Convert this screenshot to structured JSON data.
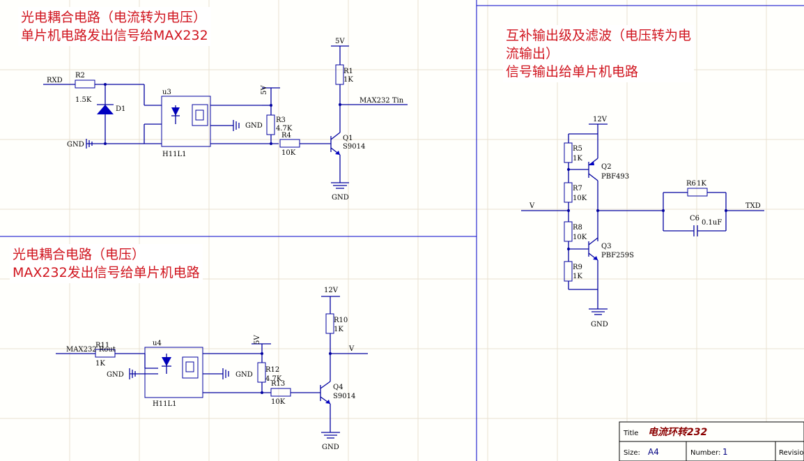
{
  "notes": {
    "note1": "光电耦合电路（电流转为电压）\n单片机电路发出信号给MAX232",
    "note2": "光电耦合电路（电压）\nMAX232发出信号给单片机电路",
    "note3": "互补输出级及滤波（电压转为电\n流输出）\n信号输出给单片机电路"
  },
  "circuit1": {
    "net_rxd": "RXD",
    "r2": "R2",
    "r2_val": "1.5K",
    "d1": "D1",
    "gnd_left": "GND",
    "u3": "u3",
    "u3_part": "H11L1",
    "v5": "5V",
    "gnd_mid": "GND",
    "r3": "R3",
    "r3_val": "4.7K",
    "r4": "R4",
    "r4_val": "10K",
    "vcc": "5V",
    "r1": "R1",
    "r1_val": "1K",
    "net_tin": "MAX232 Tin",
    "q1": "Q1",
    "q1_part": "S9014",
    "gnd_bottom": "GND"
  },
  "circuit2": {
    "net_rout": "MAX232 Rout",
    "r11": "R11",
    "r11_val": "1K",
    "gnd_left": "GND",
    "u4": "u4",
    "u4_part": "H11L1",
    "v5": "5V",
    "gnd_mid": "GND",
    "r12": "R12",
    "r12_val": "4.7K",
    "r13": "R13",
    "r13_val": "10K",
    "vcc": "12V",
    "r10": "R10",
    "r10_val": "1K",
    "net_v": "V",
    "q4": "Q4",
    "q4_part": "S9014",
    "gnd_bottom": "GND"
  },
  "circuit3": {
    "vcc": "12V",
    "r5": "R5",
    "r5_val": "1K",
    "q2": "Q2",
    "q2_part": "PBF493",
    "r7": "R7",
    "r7_val": "10K",
    "net_v": "V",
    "r8": "R8",
    "r8_val": "10K",
    "q3": "Q3",
    "q3_part": "PBF259S",
    "r9": "R9",
    "r9_val": "1K",
    "gnd": "GND",
    "r6": "R6",
    "r6_val": "1K",
    "c6": "C6",
    "c6_val": "0.1uF",
    "net_txd": "TXD"
  },
  "title_block": {
    "title_label": "Title",
    "title": "电流环转232",
    "size_label": "Size:",
    "size": "A4",
    "number_label": "Number:",
    "number": "1",
    "revision_label": "Revision:"
  }
}
